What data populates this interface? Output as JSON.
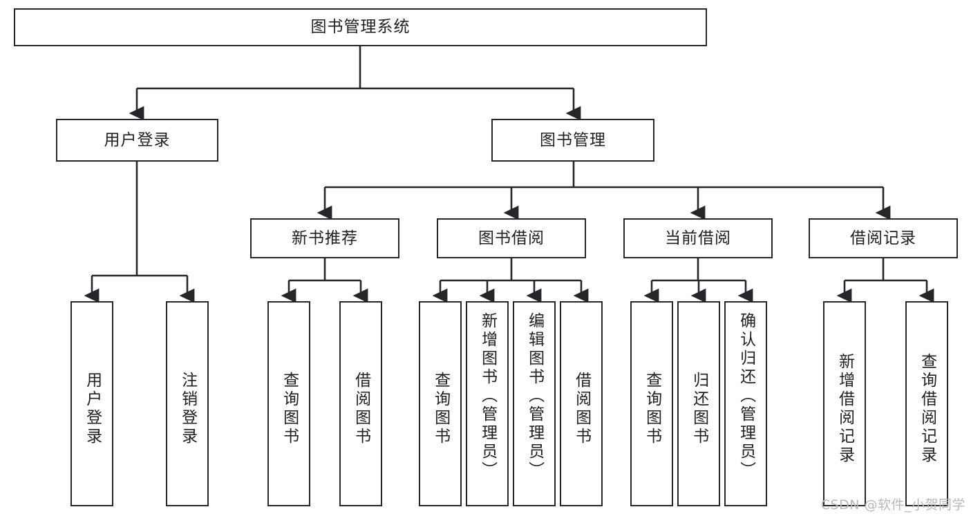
{
  "diagram": {
    "title": "图书管理系统",
    "type": "tree",
    "watermark": "CSDN @软件_小贺同学",
    "colors": {
      "box_border": "#26262a",
      "box_fill": "#ffffff",
      "edge": "#26262a",
      "text": "#1f1f1f",
      "watermark": "#b9b9b9"
    },
    "root": {
      "label": "图书管理系统"
    },
    "level2": [
      {
        "label": "用户登录"
      },
      {
        "label": "图书管理"
      }
    ],
    "level3": [
      {
        "label": "新书推荐"
      },
      {
        "label": "图书借阅"
      },
      {
        "label": "当前借阅"
      },
      {
        "label": "借阅记录"
      }
    ],
    "leaves": {
      "user_login": [
        {
          "label": "用户登录"
        },
        {
          "label": "注销登录"
        }
      ],
      "new_book": [
        {
          "label": "查询图书"
        },
        {
          "label": "借阅图书"
        }
      ],
      "borrow_book": [
        {
          "label": "查询图书"
        },
        {
          "label": "新增图书（管理员）"
        },
        {
          "label": "编辑图书（管理员）"
        },
        {
          "label": "借阅图书"
        }
      ],
      "current_borrow": [
        {
          "label": "查询图书"
        },
        {
          "label": "归还图书"
        },
        {
          "label": "确认归还（管理员）"
        }
      ],
      "borrow_record": [
        {
          "label": "新增借阅记录"
        },
        {
          "label": "查询借阅记录"
        }
      ]
    }
  }
}
